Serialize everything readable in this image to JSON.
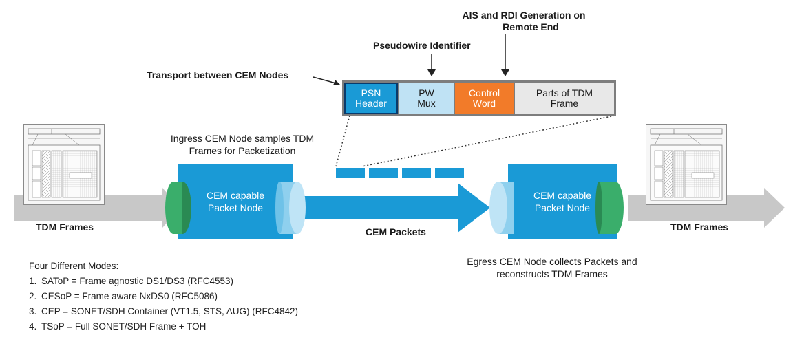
{
  "labels": {
    "ais_rdi_line1": "AIS and RDI Generation on",
    "ais_rdi_line2": "Remote End",
    "pw_identifier": "Pseudowire Identifier",
    "transport": "Transport between CEM Nodes",
    "ingress_line1": "Ingress CEM Node samples TDM",
    "ingress_line2": "Frames for Packetization",
    "egress_line1": "Egress CEM Node collects Packets and",
    "egress_line2": "reconstructs TDM Frames",
    "tdm_frames_left": "TDM Frames",
    "tdm_frames_right": "TDM Frames",
    "cem_packets": "CEM Packets"
  },
  "packet": {
    "psn_line1": "PSN",
    "psn_line2": "Header",
    "pw_line1": "PW",
    "pw_line2": "Mux",
    "ctrl_line1": "Control",
    "ctrl_line2": "Word",
    "tdm_line1": "Parts of TDM",
    "tdm_line2": "Frame"
  },
  "nodes": {
    "left_line1": "CEM capable",
    "left_line2": "Packet Node",
    "right_line1": "CEM capable",
    "right_line2": "Packet Node"
  },
  "modes": {
    "heading": "Four Different Modes:",
    "items": [
      {
        "num": "1.",
        "text": "SAToP = Frame agnostic DS1/DS3 (RFC4553)"
      },
      {
        "num": "2.",
        "text": "CESoP = Frame aware NxDS0 (RFC5086)"
      },
      {
        "num": "3.",
        "text": "CEP = SONET/SDH Container (VT1.5, STS, AUG) (RFC4842)"
      },
      {
        "num": "4.",
        "text": "TSoP = Full SONET/SDH Frame + TOH"
      }
    ]
  },
  "colors": {
    "node_blue": "#1a9ad6",
    "light_blue": "#bfe2f4",
    "orange": "#f27b29",
    "green": "#3aae6b",
    "gray_arrow": "#c8c8c8"
  }
}
